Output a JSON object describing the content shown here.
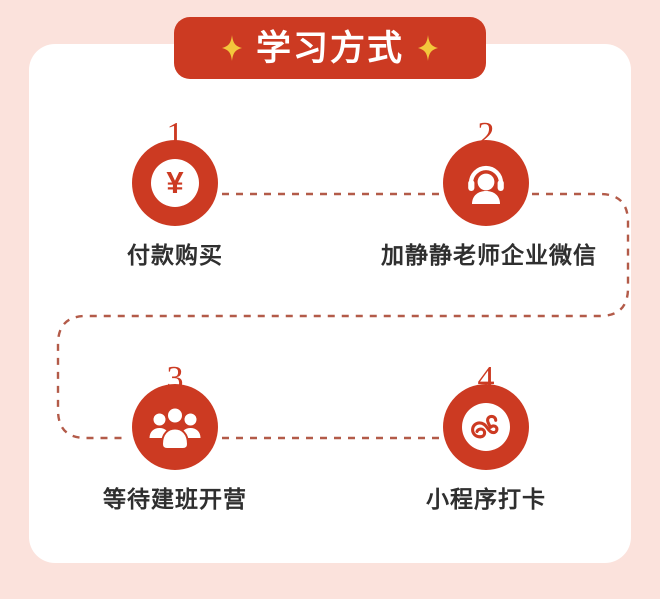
{
  "theme": {
    "frame_color": "#fbe2dc",
    "panel_color": "#ffffff",
    "accent_color": "#cc3a22",
    "sparkle_color": "#f3c73c",
    "label_color": "#2f2f2f",
    "connector_color": "#b35b49"
  },
  "banner": {
    "title": "学习方式",
    "left_sparkle": "sparkle-icon",
    "right_sparkle": "sparkle-icon"
  },
  "steps": [
    {
      "number": "1",
      "label": "付款购买",
      "icon": "yen-currency-icon",
      "icon_glyph": "¥",
      "style": "ring"
    },
    {
      "number": "2",
      "label": "加静静老师企业微信",
      "icon": "headset-support-agent-icon",
      "icon_glyph": "",
      "style": "solid"
    },
    {
      "number": "3",
      "label": "等待建班开营",
      "icon": "people-group-icon",
      "icon_glyph": "",
      "style": "solid"
    },
    {
      "number": "4",
      "label": "小程序打卡",
      "icon": "wechat-mini-program-icon",
      "icon_glyph": "",
      "style": "ring"
    }
  ],
  "connectors": {
    "path_1_to_2": "dashed-line-horizontal",
    "path_2_to_3": "dashed-line-curved-right-to-left",
    "path_3_to_4": "dashed-line-horizontal"
  }
}
